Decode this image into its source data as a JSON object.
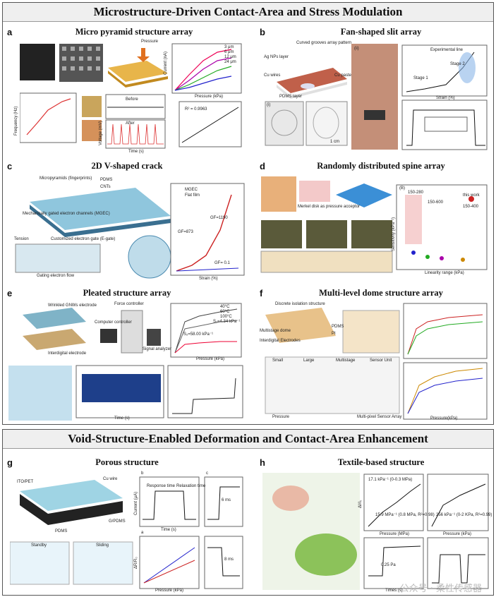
{
  "sections": [
    {
      "title": "Microstructure-Driven Contact-Area and Stress Modulation"
    },
    {
      "title": "Void-Structure-Enabled Deformation and Contact-Area Enhancement"
    }
  ],
  "panels": {
    "a": {
      "letter": "a",
      "title": "Micro pyramid structure array",
      "labels": [
        "Pressure",
        "Current (nA)",
        "Pressure (kPa)",
        "Frequency (Hz)",
        "Voltage (mV)",
        "Before",
        "After",
        "R² = 0.9963",
        "3 μm",
        "6 μm",
        "12 μm",
        "24 μm",
        "Time (s)"
      ]
    },
    "b": {
      "letter": "b",
      "title": "Fan-shaped slit array",
      "labels": [
        "Curved grooves array pattern",
        "Ag NPs layer",
        "Cu wires",
        "Cu paste",
        "PDMS layer",
        "(i)",
        "(ii)",
        "Experimental line",
        "Stage 1",
        "Stage 2",
        "Strain (%)",
        "1 cm"
      ]
    },
    "c": {
      "letter": "c",
      "title": "2D V-shaped crack",
      "labels": [
        "Micropyramids (fingerprints)",
        "PDMS",
        "CNTs",
        "Mechanically gated electron channels (MGEC)",
        "Tension",
        "Customized electron gate (E-gate)",
        "Gating electron flow",
        "MGEC",
        "Flat film",
        "GF=1190",
        "GF=873",
        "GF= 0.1",
        "Strain (%)"
      ]
    },
    "d": {
      "letter": "d",
      "title": "Randomly distributed spine array",
      "labels": [
        "Merkel disk as pressure acceptor",
        "150-280",
        "150-600",
        "150-400",
        "this work",
        "Sensitivity (kPa⁻¹)",
        "Linearity range (kPa)",
        "(B)"
      ]
    },
    "e": {
      "letter": "e",
      "title": "Pleated structure array",
      "labels": [
        "Wrinkled GNWs electrode",
        "Interdigital electrode",
        "Force controller",
        "Computer controller",
        "Signal analyzer",
        "S₁=4.34 kPa⁻¹",
        "S₂=58.00 kPa⁻¹",
        "Pressure (kPa)",
        "Time (s)",
        "40°C",
        "60°C",
        "100°C"
      ]
    },
    "f": {
      "letter": "f",
      "title": "Multi-level dome structure array",
      "labels": [
        "Discrete isolation structure",
        "Multistage dome",
        "Interdigital Electrodes",
        "PDMS",
        "PI",
        "Small",
        "Large",
        "Multistage",
        "Sensor Unit",
        "Multi-pixel Sensor Array",
        "Pressure",
        "Pressure(kPa)"
      ]
    },
    "g": {
      "letter": "g",
      "title": "Porous structure",
      "labels": [
        "ITO/PET",
        "Cu wire",
        "PDMS",
        "G/PDMS",
        "Standby",
        "Sliding",
        "b",
        "c",
        "a",
        "Response time",
        "Relaxation time",
        "Current (μA)",
        "Time (s)",
        "Pressure (kPa)",
        "6 ms",
        "8 ms",
        "ΔR/R₀"
      ]
    },
    "h": {
      "letter": "h",
      "title": "Textile-based structure",
      "labels": [
        "17.1 kPa⁻¹ (0-0.3 MPa)",
        "15.9 MPa⁻¹ (0.8 MPa, R²=0.98)",
        "256 kPa⁻¹ (0-2 KPa, R²=0.99)",
        "0.25 Pa",
        "Pressure (MPa)",
        "Pressure (kPa)",
        "Times (s)",
        "ΔI/I₀"
      ]
    }
  },
  "watermark": "公众号 · 柔性传感器"
}
